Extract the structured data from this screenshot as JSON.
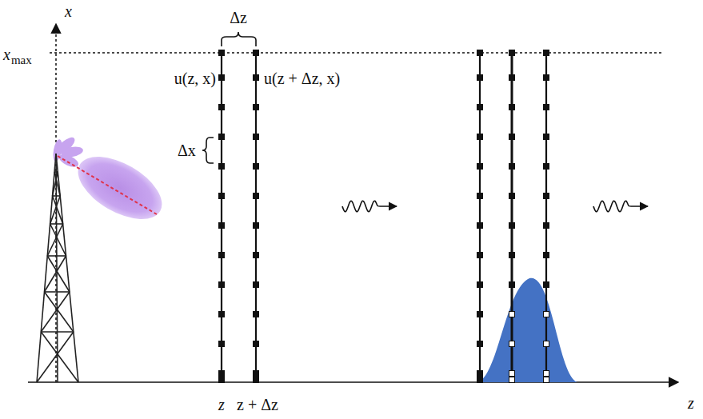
{
  "diagram": {
    "labels": [
      "x",
      "x",
      "max",
      "Δz",
      "u(z, x)",
      "u(z + Δz, x)",
      "Δx",
      "z",
      "z + Δz",
      "z"
    ]
  }
}
